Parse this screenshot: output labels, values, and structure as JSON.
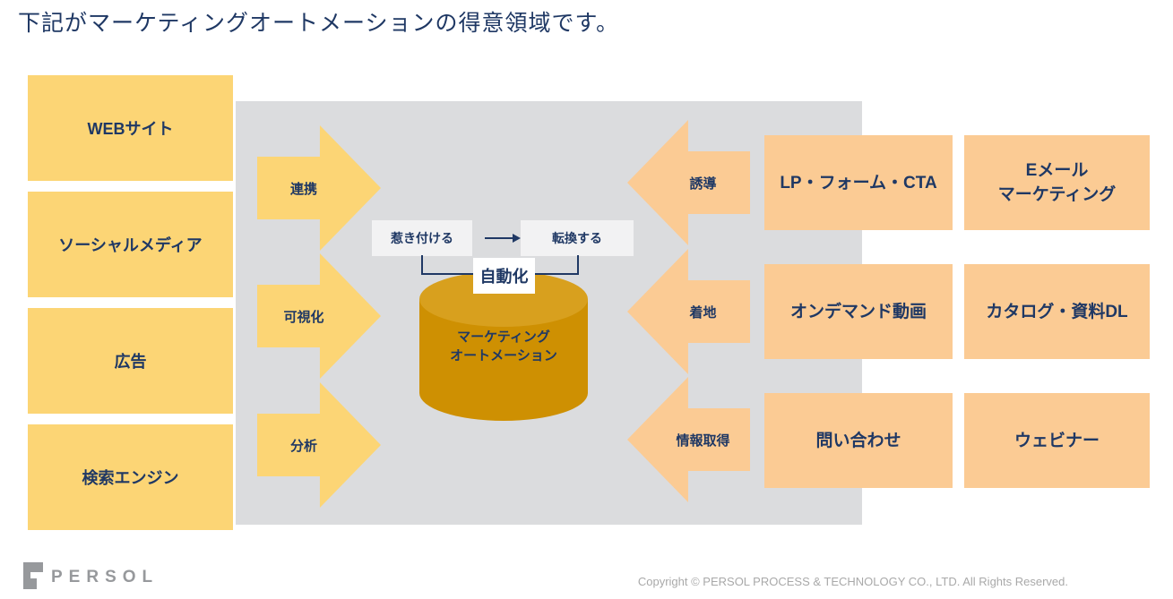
{
  "title": "下記がマーケティングオートメーションの得意領域です。",
  "left_sources": [
    "WEBサイト",
    "ソーシャルメディア",
    "広告",
    "検索エンジン"
  ],
  "left_arrows": [
    "連携",
    "可視化",
    "分析"
  ],
  "process": {
    "attract": "惹き付ける",
    "convert": "転換する",
    "automation": "自動化"
  },
  "core": {
    "line1": "マーケティング",
    "line2": "オートメーション"
  },
  "right_arrows": [
    "誘導",
    "着地",
    "情報取得"
  ],
  "right_outputs": [
    "LP・フォーム・CTA",
    "Eメール\nマーケティング",
    "オンデマンド動画",
    "カタログ・資料DL",
    "問い合わせ",
    "ウェビナー"
  ],
  "footer": {
    "logo_text": "PERSOL",
    "copyright": "Copyright © PERSOL PROCESS & TECHNOLOGY CO., LTD. All Rights Reserved."
  },
  "colors": {
    "navy_text": "#1F3864",
    "yellow": "#FCD575",
    "peach": "#FBCB94",
    "panel_gray": "#DBDCDE",
    "cylinder_body": "#CE9002",
    "cylinder_top": "#D8A01E",
    "footer_gray": "#A9A9A9"
  }
}
